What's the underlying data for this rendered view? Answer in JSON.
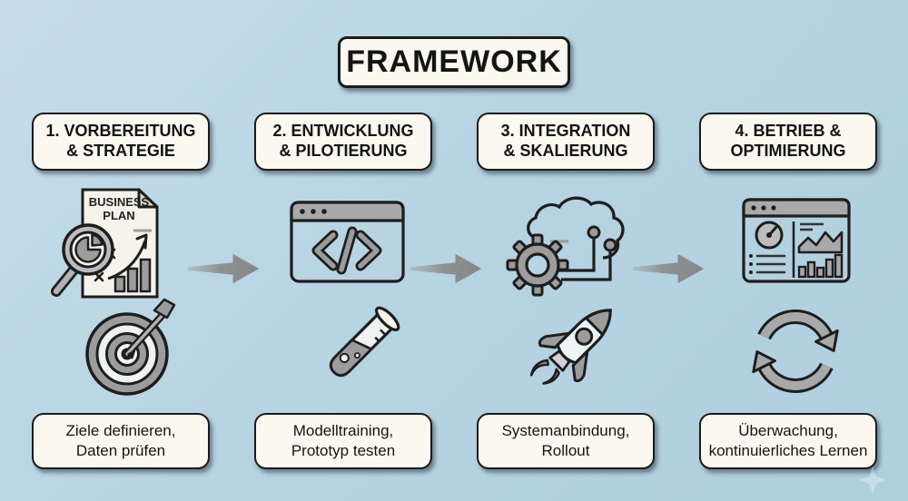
{
  "title": "FRAMEWORK",
  "stages": [
    {
      "header_line1": "1. VORBEREITUNG",
      "header_line2": "& STRATEGIE",
      "caption_line1": "Ziele definieren,",
      "caption_line2": "Daten prüfen",
      "icon_top": "business-plan-analysis",
      "icon_bottom": "target-dart"
    },
    {
      "header_line1": "2. ENTWICKLUNG",
      "header_line2": "& PILOTIERUNG",
      "caption_line1": "Modelltraining,",
      "caption_line2": "Prototyp testen",
      "icon_top": "code-window",
      "icon_bottom": "test-tube"
    },
    {
      "header_line1": "3. INTEGRATION",
      "header_line2": "& SKALIERUNG",
      "caption_line1": "Systemanbindung,",
      "caption_line2": "Rollout",
      "icon_top": "gear-cloud-integration",
      "icon_bottom": "rocket"
    },
    {
      "header_line1": "4. BETRIEB &",
      "header_line2": "OPTIMIERUNG",
      "caption_line1": "Überwachung,",
      "caption_line2": "kontinuierliches Lernen",
      "icon_top": "analytics-dashboard",
      "icon_bottom": "sync-cycle"
    }
  ],
  "document_icon": {
    "line1": "BUSINESS",
    "line2": "PLAN"
  },
  "colors": {
    "background": "#b7d4e2",
    "box_background": "#faf8ef",
    "box_border": "#1b1b1b",
    "icon_gray": "#9c9c9c",
    "arrow_gray": "#8d918f",
    "text": "#141414"
  }
}
